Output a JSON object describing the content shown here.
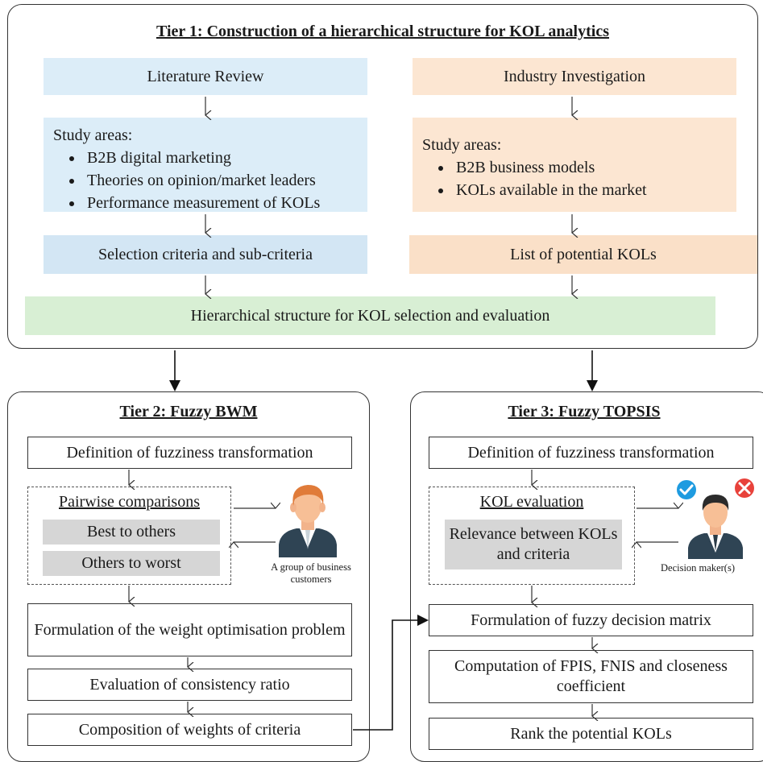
{
  "tier1": {
    "title": "Tier 1: Construction of a hierarchical structure for KOL analytics",
    "literature_review": "Literature Review",
    "industry_investigation": "Industry Investigation",
    "lit_study_heading": "Study areas:",
    "lit_study_items": [
      "B2B digital marketing",
      "Theories on opinion/market leaders",
      "Performance measurement of KOLs"
    ],
    "ind_study_heading": "Study areas:",
    "ind_study_items": [
      "B2B business models",
      "KOLs available in the market"
    ],
    "selection_criteria": "Selection criteria and sub-criteria",
    "potential_kols": "List of potential KOLs",
    "hierarchical_structure": "Hierarchical structure for KOL selection and evaluation"
  },
  "tier2": {
    "title": "Tier 2: Fuzzy BWM",
    "fuzziness": "Definition of fuzziness transformation",
    "pairwise": "Pairwise comparisons",
    "best_to_others": "Best to others",
    "others_to_worst": "Others to worst",
    "customers_caption_1": "A group of business",
    "customers_caption_2": "customers",
    "formulation": "Formulation of the weight optimisation problem",
    "consistency": "Evaluation of consistency ratio",
    "composition": "Composition of weights of criteria"
  },
  "tier3": {
    "title": "Tier 3: Fuzzy TOPSIS",
    "fuzziness": "Definition of fuzziness transformation",
    "kol_evaluation": "KOL evaluation",
    "relevance": "Relevance between KOLs and criteria",
    "decision_maker_caption": "Decision maker(s)",
    "decision_matrix": "Formulation of fuzzy decision matrix",
    "computation": "Computation of FPIS, FNIS and closeness coefficient",
    "rank": "Rank the potential KOLs"
  },
  "colors": {
    "literature_blue": "#dcedf8",
    "industry_peach": "#fce6d2",
    "structure_green": "#d8efd4",
    "method_grey": "#d6d6d6",
    "check_blue": "#1e9be0",
    "cross_red": "#e8423b"
  }
}
